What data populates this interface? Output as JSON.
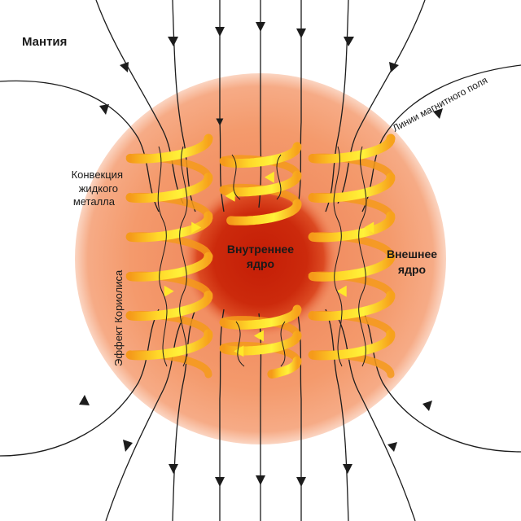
{
  "labels": {
    "mantle": "Мантия",
    "field_lines": "Линии магнитного поля",
    "convection_line1": "Конвекция",
    "convection_line2": "жидкого",
    "convection_line3": "металла",
    "coriolis": "Эффект Кориолиса",
    "inner_core_line1": "Внутреннее",
    "inner_core_line2": "ядро",
    "outer_core_line1": "Внешнее",
    "outer_core_line2": "ядро"
  },
  "colors": {
    "outer_core": "#f49a6c",
    "outer_core_edge": "#f7b999",
    "inner_core": "#c8220a",
    "inner_core_glow": "#e0502a",
    "spiral_yellow": "#ffe82a",
    "spiral_orange": "#f7a21b",
    "field_line": "#1c1c1c",
    "text": "#1a1a1a"
  }
}
